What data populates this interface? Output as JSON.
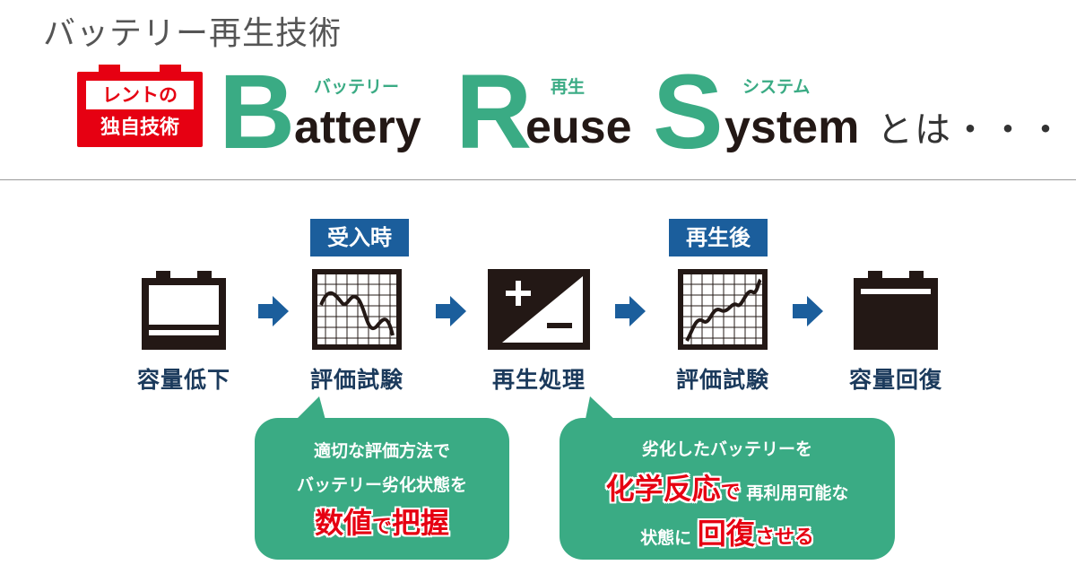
{
  "header": {
    "title": "バッテリー再生技術",
    "badge_top": "レントの",
    "badge_bottom": "独自技術",
    "words": [
      {
        "initial": "B",
        "rest": "attery",
        "ruby": "バッテリー"
      },
      {
        "initial": "R",
        "rest": "euse",
        "ruby": "再生"
      },
      {
        "initial": "S",
        "rest": "ystem",
        "ruby": "システム"
      }
    ],
    "suffix": "とは・・・"
  },
  "process": {
    "tags": {
      "receive": "受入時",
      "after": "再生後"
    },
    "steps": [
      {
        "label": "容量低下",
        "icon": "low-battery-icon"
      },
      {
        "label": "評価試験",
        "icon": "test-chart-falling-icon"
      },
      {
        "label": "再生処理",
        "icon": "plus-minus-charge-icon"
      },
      {
        "label": "評価試験",
        "icon": "test-chart-rising-icon"
      },
      {
        "label": "容量回復",
        "icon": "full-battery-icon"
      }
    ]
  },
  "bubbles": {
    "left": {
      "line1": "適切な評価方法で",
      "line2": "バッテリー劣化状態を",
      "line3_a": "数値",
      "line3_b": "で",
      "line3_c": "把握"
    },
    "right": {
      "line1": "劣化したバッテリーを",
      "line2_a": "化学反応",
      "line2_b": "で",
      "line2_c": " 再利用可能な",
      "line3_a": "状態に ",
      "line3_b": "回復",
      "line3_c": "させる"
    }
  },
  "colors": {
    "brand_green": "#3aab84",
    "brand_red": "#e60012",
    "tag_blue": "#1b5e9c",
    "arrow_blue": "#1b5e9c",
    "label_navy": "#1b3a5c",
    "icon_black": "#231815"
  }
}
